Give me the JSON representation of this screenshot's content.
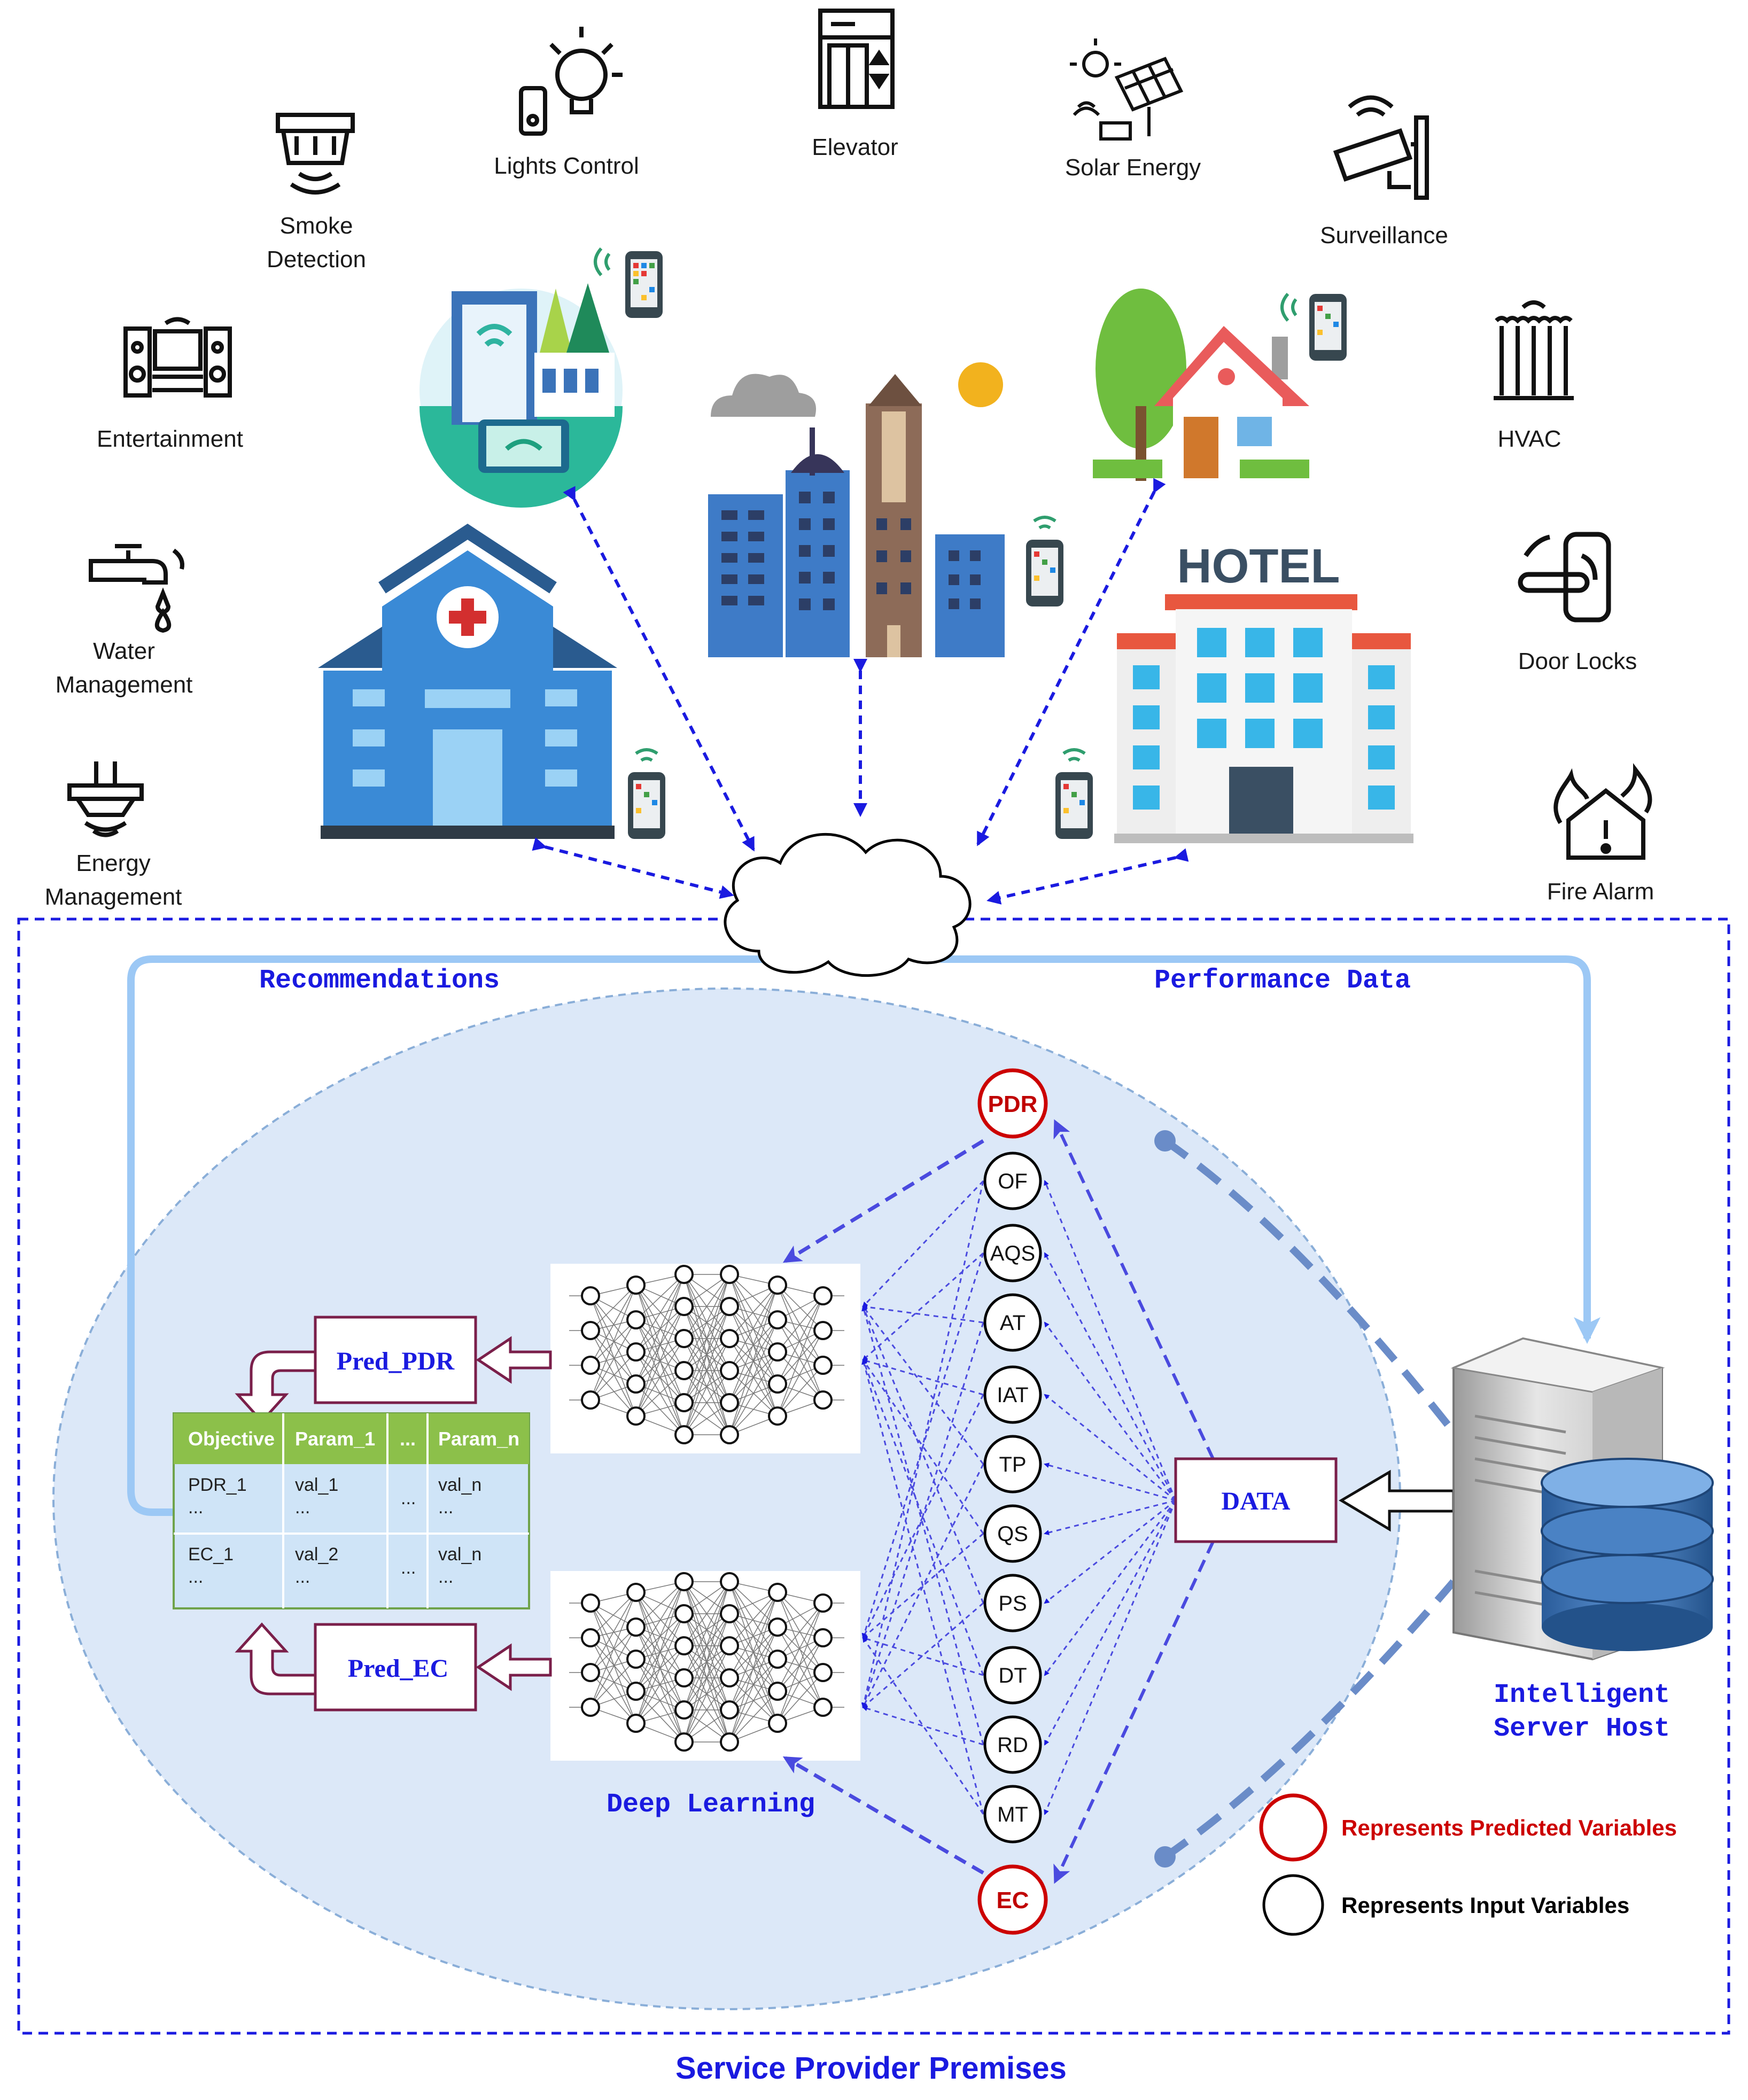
{
  "devices": {
    "lights": "Lights Control",
    "elevator": "Elevator",
    "solar": "Solar Energy",
    "smoke_1": "Smoke",
    "smoke_2": "Detection",
    "surveillance": "Surveillance",
    "entertainment": "Entertainment",
    "hvac": "HVAC",
    "water_1": "Water",
    "water_2": "Management",
    "door_locks": "Door Locks",
    "energy_1": "Energy",
    "energy_2": "Management",
    "fire_alarm": "Fire Alarm"
  },
  "buildings": {
    "hotel_sign": "HOTEL"
  },
  "flows": {
    "recommendations": "Recommendations",
    "performance": "Performance Data"
  },
  "variables": {
    "predicted": [
      "PDR",
      "EC"
    ],
    "inputs": [
      "OF",
      "AQS",
      "AT",
      "IAT",
      "TP",
      "QS",
      "PS",
      "DT",
      "RD",
      "MT"
    ]
  },
  "boxes": {
    "pred_pdr": "Pred_PDR",
    "pred_ec": "Pred_EC",
    "data": "DATA"
  },
  "labels": {
    "deep_learning": "Deep Learning",
    "server_1": "Intelligent",
    "server_2": "Server Host",
    "premises": "Service Provider Premises"
  },
  "table": {
    "headers": [
      "Objective",
      "Param_1",
      "...",
      "Param_n"
    ],
    "rows": [
      [
        "PDR_1",
        "val_1",
        "...",
        "val_n"
      ],
      [
        "EC_1",
        "val_2",
        "...",
        "val_n"
      ]
    ],
    "continuation": "..."
  },
  "legend": {
    "predicted": "Represents Predicted Variables",
    "input": "Represents Input Variables",
    "predicted_color": "#cc0000",
    "input_color": "#000000"
  },
  "colors": {
    "arrow_blue": "#1a1ae0",
    "ellipse_fill": "#dce8f8",
    "flow_light_blue": "#9cc8f5",
    "table_header": "#8cc04a",
    "table_cell": "#cfe4f7",
    "box_border": "#7a1f4a"
  }
}
